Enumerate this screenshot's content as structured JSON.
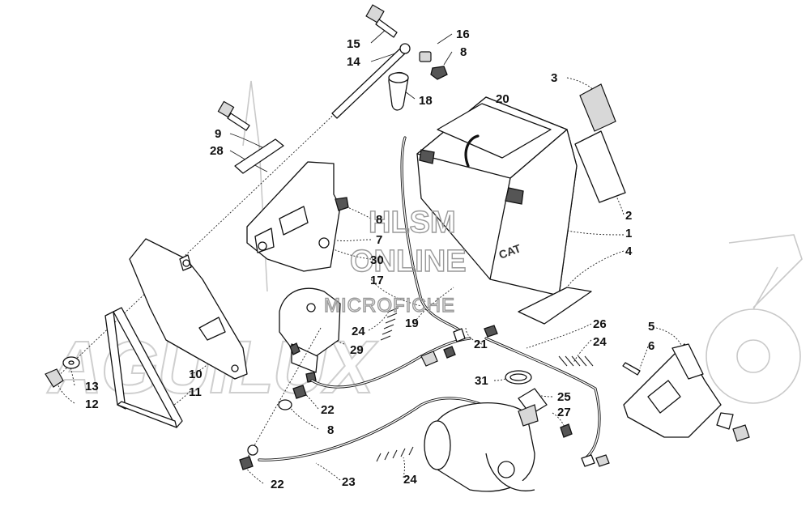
{
  "watermark": {
    "line1": "HLSM",
    "line2": "ONLINE",
    "line3": "MICROFICHE",
    "logo_text": "AGUILUX"
  },
  "battery": {
    "brand_label": "CAT"
  },
  "callouts": [
    {
      "id": "c15",
      "label": "15"
    },
    {
      "id": "c14",
      "label": "14"
    },
    {
      "id": "c16",
      "label": "16"
    },
    {
      "id": "c8a",
      "label": "8"
    },
    {
      "id": "c18",
      "label": "18"
    },
    {
      "id": "c20",
      "label": "20"
    },
    {
      "id": "c3",
      "label": "3"
    },
    {
      "id": "c9",
      "label": "9"
    },
    {
      "id": "c28",
      "label": "28"
    },
    {
      "id": "c2",
      "label": "2"
    },
    {
      "id": "c1",
      "label": "1"
    },
    {
      "id": "c4",
      "label": "4"
    },
    {
      "id": "c8b",
      "label": "8"
    },
    {
      "id": "c7",
      "label": "7"
    },
    {
      "id": "c30",
      "label": "30"
    },
    {
      "id": "c17",
      "label": "17"
    },
    {
      "id": "c24a",
      "label": "24"
    },
    {
      "id": "c19",
      "label": "19"
    },
    {
      "id": "c26",
      "label": "26"
    },
    {
      "id": "c24b",
      "label": "24"
    },
    {
      "id": "c5",
      "label": "5"
    },
    {
      "id": "c6",
      "label": "6"
    },
    {
      "id": "c29",
      "label": "29"
    },
    {
      "id": "c21",
      "label": "21"
    },
    {
      "id": "c31",
      "label": "31"
    },
    {
      "id": "c25",
      "label": "25"
    },
    {
      "id": "c27",
      "label": "27"
    },
    {
      "id": "c10",
      "label": "10"
    },
    {
      "id": "c11",
      "label": "11"
    },
    {
      "id": "c13",
      "label": "13"
    },
    {
      "id": "c12",
      "label": "12"
    },
    {
      "id": "c22a",
      "label": "22"
    },
    {
      "id": "c8c",
      "label": "8"
    },
    {
      "id": "c22b",
      "label": "22"
    },
    {
      "id": "c23",
      "label": "23"
    },
    {
      "id": "c24c",
      "label": "24"
    }
  ]
}
